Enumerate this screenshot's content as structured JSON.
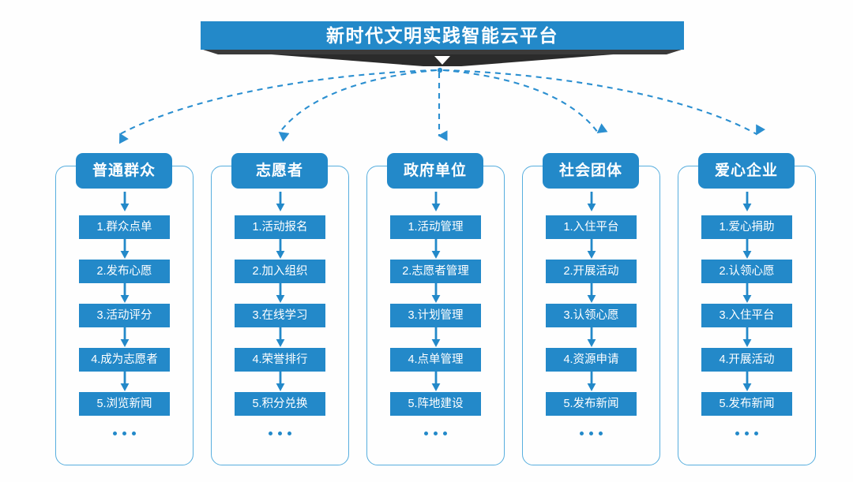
{
  "banner": {
    "title": "新时代文明实践智能云平台",
    "color": "#2389c9",
    "shadow_color": "#2b2b2b",
    "chevron_icon": "chevron-down-icon"
  },
  "theme": {
    "accent": "#2389c9",
    "container_border": "#57aede",
    "connector": "#2b8fd0",
    "text_on_accent": "#ffffff",
    "background": "#fefefe"
  },
  "connectors": {
    "style": "dashed",
    "icon": "arrow-down-icon",
    "count": 5,
    "origin": "banner-bottom"
  },
  "columns": [
    {
      "header": "普通群众",
      "items": [
        "1.群众点单",
        "2.发布心愿",
        "3.活动评分",
        "4.成为志愿者",
        "5.浏览新闻"
      ],
      "more": "…"
    },
    {
      "header": "志愿者",
      "items": [
        "1.活动报名",
        "2.加入组织",
        "3.在线学习",
        "4.荣誉排行",
        "5.积分兑换"
      ],
      "more": "…"
    },
    {
      "header": "政府单位",
      "items": [
        "1.活动管理",
        "2.志愿者管理",
        "3.计划管理",
        "4.点单管理",
        "5.阵地建设"
      ],
      "more": "…"
    },
    {
      "header": "社会团体",
      "items": [
        "1.入住平台",
        "2.开展活动",
        "3.认领心愿",
        "4.资源申请",
        "5.发布新闻"
      ],
      "more": "…"
    },
    {
      "header": "爱心企业",
      "items": [
        "1.爱心捐助",
        "2.认领心愿",
        "3.入住平台",
        "4.开展活动",
        "5.发布新闻"
      ],
      "more": "…"
    }
  ]
}
